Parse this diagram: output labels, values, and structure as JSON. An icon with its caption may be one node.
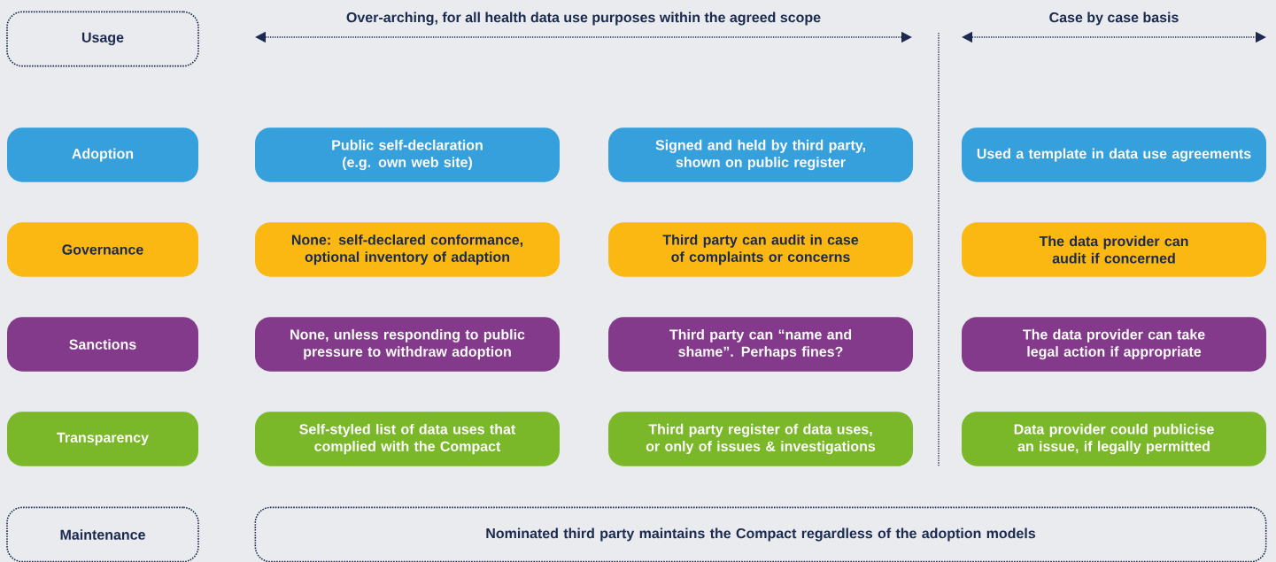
{
  "diagram": {
    "nodes": [
      {
        "text": [
          "Usage"
        ]
      },
      {
        "text": [
          "Adoption"
        ]
      },
      {
        "text": [
          "Public self-declaration (e.g. own web site)"
        ]
      },
      {
        "text": [
          "Signed and held by third party, shown on public register"
        ]
      },
      {
        "text": [
          "Used a template in data use agreements"
        ]
      },
      {
        "text": [
          "Governance"
        ]
      },
      {
        "text": [
          "None: self-declared conformance, optional inventory of adaption"
        ]
      },
      {
        "text": [
          "Third party can audit in case of complaints or concerns"
        ]
      },
      {
        "text": [
          "The data provider can audit if concerned"
        ]
      },
      {
        "text": [
          "Sanctions"
        ]
      },
      {
        "text": [
          "None, unless responding to public pressure to withdraw adoption"
        ]
      },
      {
        "text": [
          "Third party can “name and shame”. Perhaps fines?"
        ]
      },
      {
        "text": [
          "The data provider can take legal action if appropriate"
        ]
      },
      {
        "text": [
          "Transparency"
        ]
      },
      {
        "text": [
          "Self-styled list of data uses that complied with the Compact"
        ]
      },
      {
        "text": [
          "Third party register of data uses, or only of issues & investigations"
        ]
      },
      {
        "text": [
          "Data provider could publicise an issue, if legally permitted"
        ]
      },
      {
        "text": [
          "Maintenance"
        ]
      },
      {
        "text": [
          "Nominated third party maintains the Compact regardless of the adoption models"
        ]
      }
    ],
    "labels": [
      "Over-arching, for all health data use purposes within the agreed scope",
      "Case by case basis"
    ]
  }
}
